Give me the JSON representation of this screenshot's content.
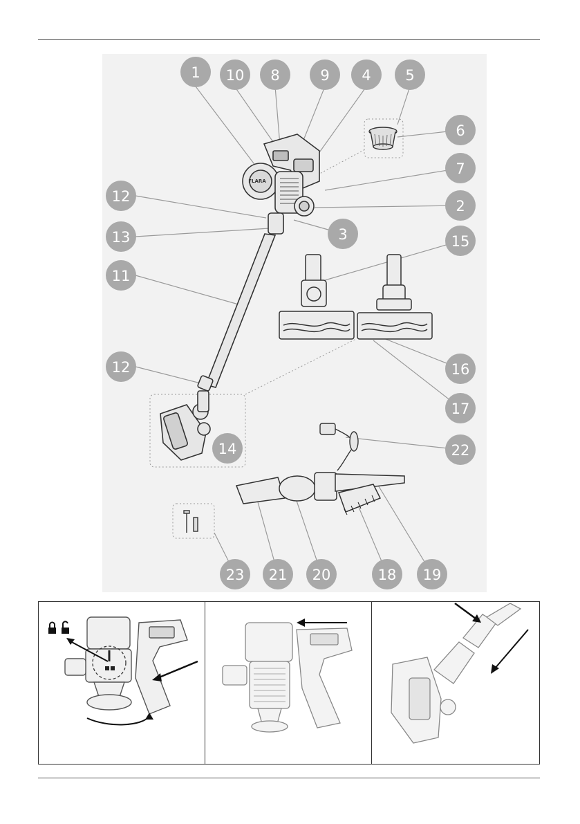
{
  "document": {
    "figure": {
      "brand_label": "FLARA",
      "callouts": [
        {
          "id": "c1",
          "label": "1"
        },
        {
          "id": "c10",
          "label": "10"
        },
        {
          "id": "c8",
          "label": "8"
        },
        {
          "id": "c9",
          "label": "9"
        },
        {
          "id": "c4",
          "label": "4"
        },
        {
          "id": "c5",
          "label": "5"
        },
        {
          "id": "c6",
          "label": "6"
        },
        {
          "id": "c7",
          "label": "7"
        },
        {
          "id": "c2",
          "label": "2"
        },
        {
          "id": "c12a",
          "label": "12"
        },
        {
          "id": "c3",
          "label": "3"
        },
        {
          "id": "c13",
          "label": "13"
        },
        {
          "id": "c15",
          "label": "15"
        },
        {
          "id": "c11",
          "label": "11"
        },
        {
          "id": "c12b",
          "label": "12"
        },
        {
          "id": "c16",
          "label": "16"
        },
        {
          "id": "c17",
          "label": "17"
        },
        {
          "id": "c14",
          "label": "14"
        },
        {
          "id": "c22",
          "label": "22"
        },
        {
          "id": "c23",
          "label": "23"
        },
        {
          "id": "c21",
          "label": "21"
        },
        {
          "id": "c20",
          "label": "20"
        },
        {
          "id": "c18",
          "label": "18"
        },
        {
          "id": "c19",
          "label": "19"
        }
      ]
    },
    "colors": {
      "callout_fill": "#a9a9a9",
      "diagram_bg": "#f2f2f2",
      "line": "#333333"
    },
    "icons": [
      "lock-icon",
      "unlock-icon"
    ]
  }
}
